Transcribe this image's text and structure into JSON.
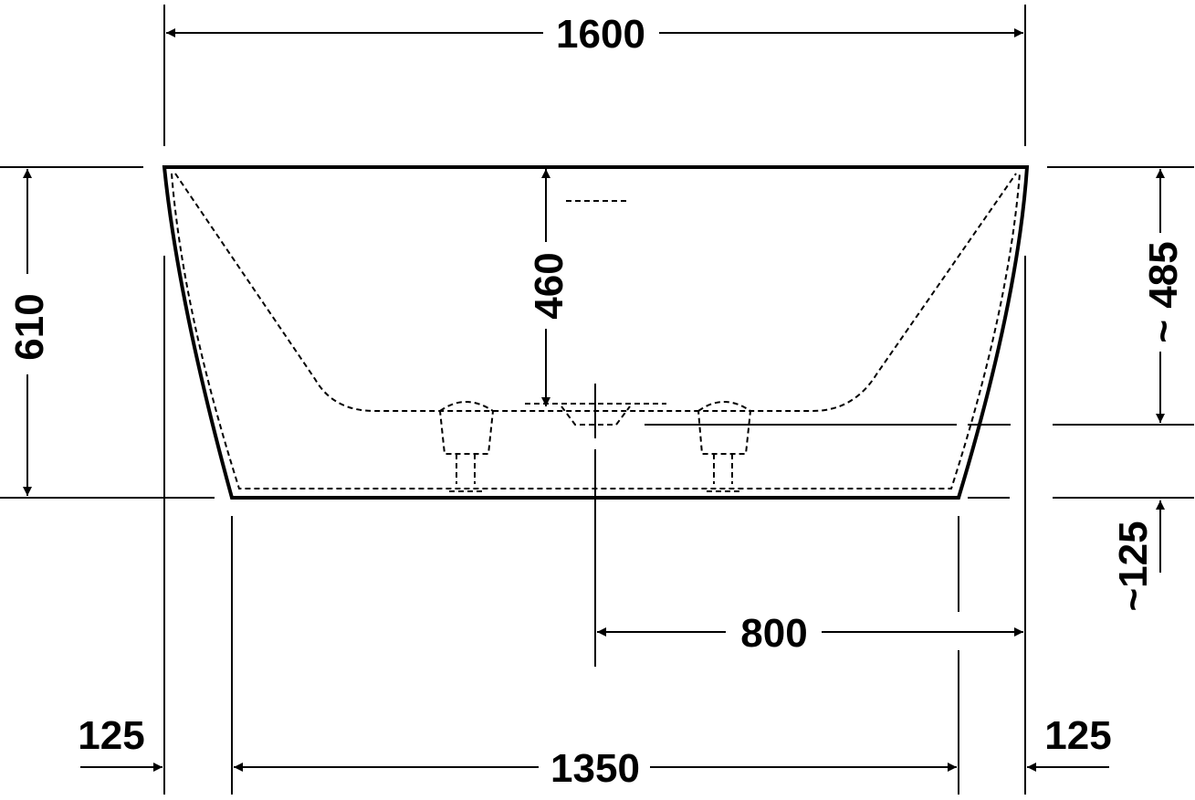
{
  "drawing": {
    "unit_note": "",
    "dimensions": {
      "overall_length": "1600",
      "overall_height": "610",
      "inner_depth": "460",
      "overflow_height": "~ 485",
      "drain_offset": "~125",
      "drain_position": "800",
      "base_length": "1350",
      "left_overhang": "125",
      "right_overhang": "125"
    },
    "colors": {
      "line": "#000000",
      "background": "#ffffff"
    }
  }
}
